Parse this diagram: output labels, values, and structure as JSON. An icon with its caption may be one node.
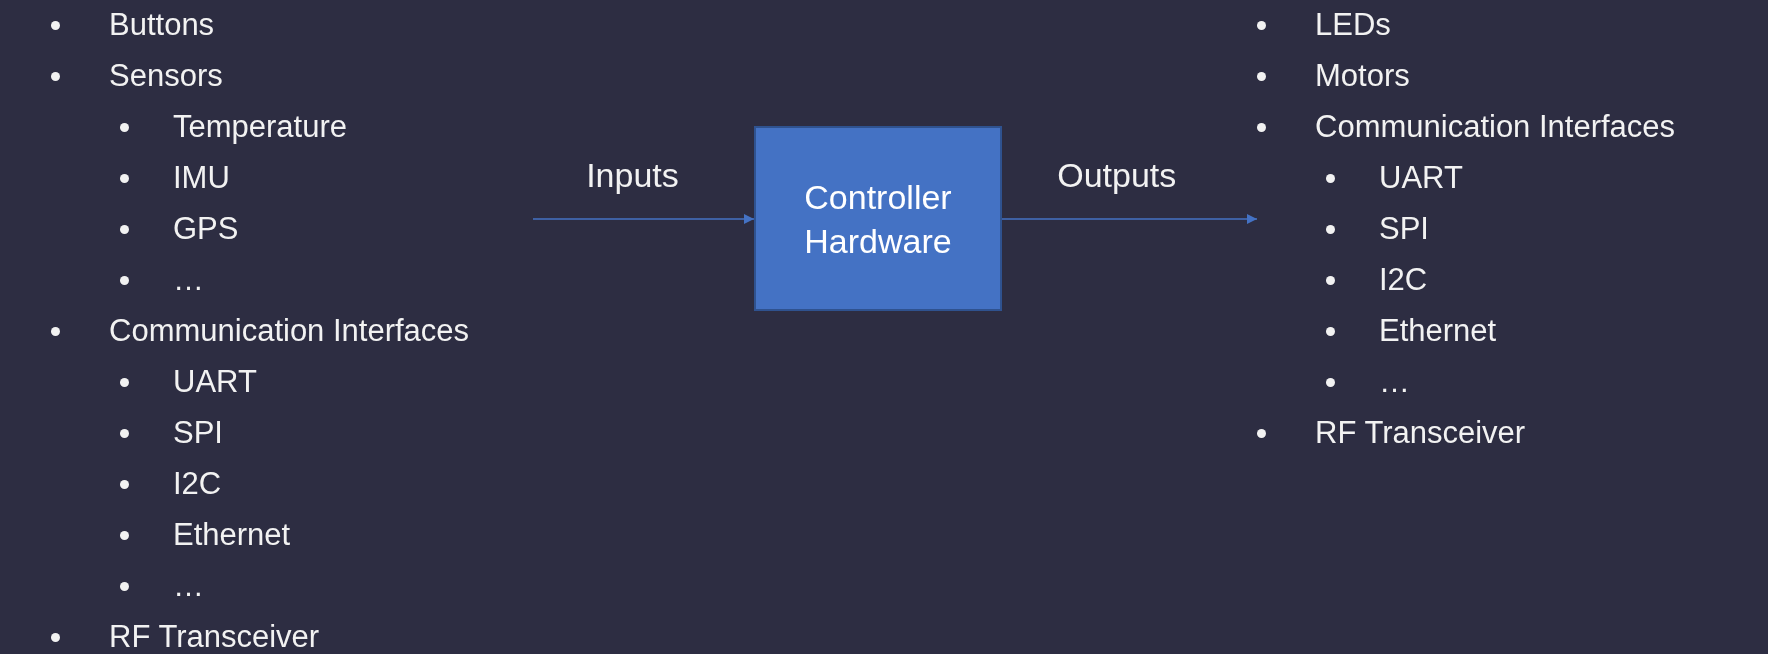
{
  "diagram": {
    "nodes": [
      {
        "text": [
          "Buttons",
          "Sensors",
          "Temperature",
          "IMU",
          "GPS",
          "…",
          "Communication Interfaces",
          "UART",
          "SPI",
          "I2C",
          "Ethernet",
          "…",
          "RF Transceiver"
        ]
      },
      {
        "text": [
          "Controller Hardware"
        ]
      },
      {
        "text": [
          "LEDs",
          "Motors",
          "Communication Interfaces",
          "UART",
          "SPI",
          "I2C",
          "Ethernet",
          "…",
          "RF Transceiver"
        ]
      }
    ],
    "edges": [
      {
        "from": 0,
        "to": 1,
        "arrow": "to",
        "label": "Inputs"
      },
      {
        "from": 1,
        "to": 2,
        "arrow": "to",
        "label": "Outputs"
      }
    ]
  }
}
